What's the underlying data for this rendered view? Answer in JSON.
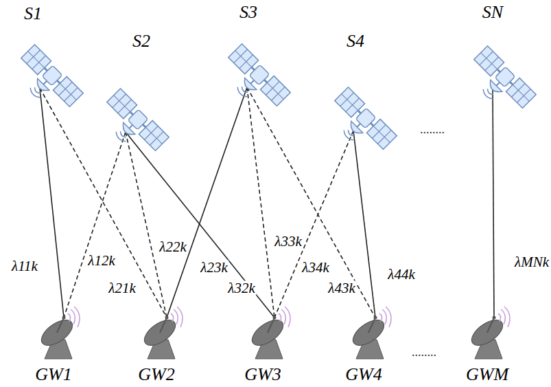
{
  "diagram": {
    "nodes": [
      {
        "text": [
          "S1"
        ]
      },
      {
        "text": [
          "S2"
        ]
      },
      {
        "text": [
          "S3"
        ]
      },
      {
        "text": [
          "S4"
        ]
      },
      {
        "text": [
          "SN"
        ]
      },
      {
        "text": [
          "GW1"
        ]
      },
      {
        "text": [
          "GW2"
        ]
      },
      {
        "text": [
          "GW3"
        ]
      },
      {
        "text": [
          "GW4"
        ]
      },
      {
        "text": [
          "GWM"
        ]
      }
    ],
    "edges": [
      {
        "from": 0,
        "to": 5,
        "arrow": "none",
        "label": "λ11k"
      },
      {
        "from": 1,
        "to": 5,
        "arrow": "none",
        "label": "λ12k"
      },
      {
        "from": 0,
        "to": 6,
        "arrow": "none",
        "label": "λ21k"
      },
      {
        "from": 1,
        "to": 6,
        "arrow": "none",
        "label": "λ22k"
      },
      {
        "from": 2,
        "to": 6,
        "arrow": "none",
        "label": "λ23k"
      },
      {
        "from": 1,
        "to": 7,
        "arrow": "none",
        "label": "λ32k"
      },
      {
        "from": 2,
        "to": 7,
        "arrow": "none",
        "label": "λ33k"
      },
      {
        "from": 3,
        "to": 7,
        "arrow": "none",
        "label": "λ34k"
      },
      {
        "from": 2,
        "to": 8,
        "arrow": "none",
        "label": "λ43k"
      },
      {
        "from": 3,
        "to": 8,
        "arrow": "none",
        "label": "λ44k"
      },
      {
        "from": 4,
        "to": 9,
        "arrow": "none",
        "label": "λMNk"
      }
    ],
    "labels": [
      "........",
      "........"
    ]
  }
}
